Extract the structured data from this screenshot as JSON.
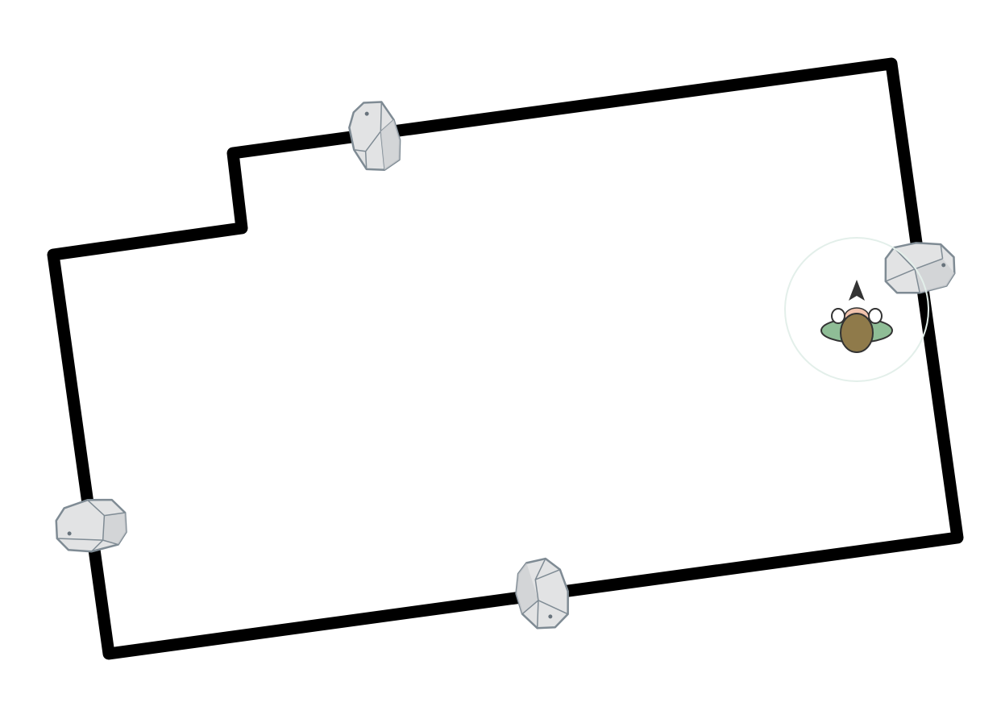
{
  "scene": {
    "type": "top-down-room-map",
    "background_color": "#ffffff",
    "wall_color": "#000000",
    "rock_fill": "#e2e3e4",
    "rock_stroke": "#7f8b94",
    "rock_count": 4,
    "player": {
      "heading": "up",
      "body_color": "#8f7a4a",
      "cape_color": "#8fbd96",
      "skin_color": "#f1c3ad",
      "range_ring_color": "#e3efea"
    }
  }
}
